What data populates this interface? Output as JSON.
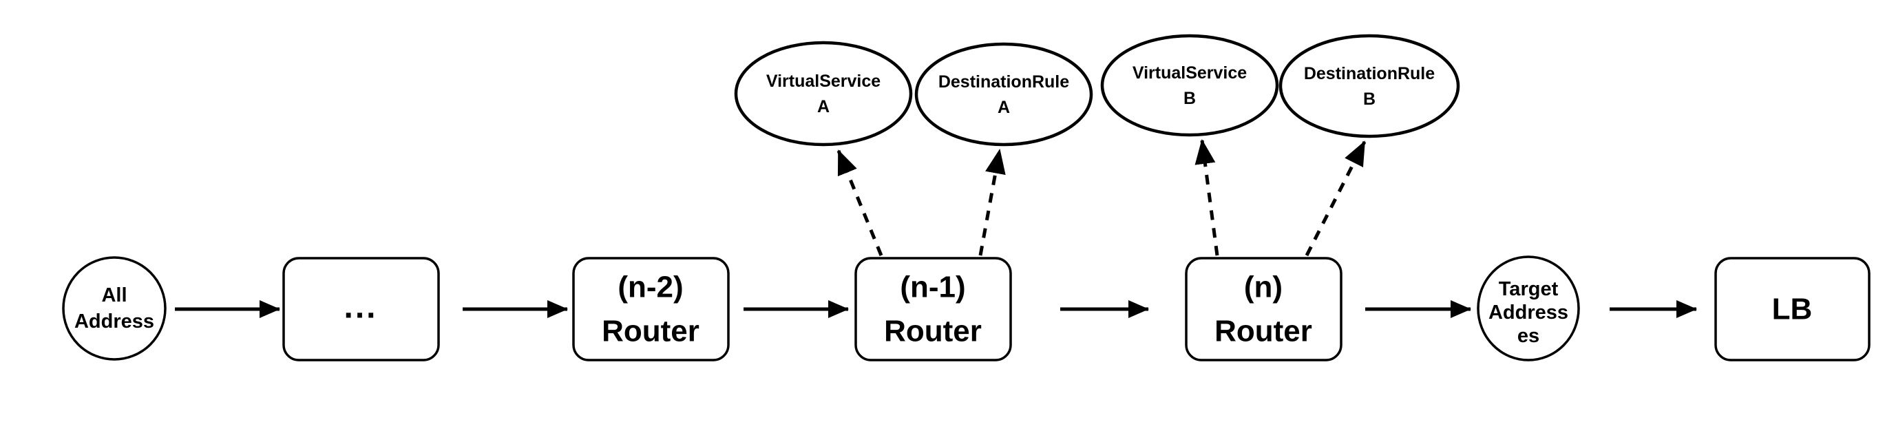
{
  "diagram": {
    "background_color": "#ffffff",
    "line_color": "#000000",
    "text_color": "#000000",
    "nodes": {
      "all_address": {
        "shape": "ellipse",
        "lines": [
          "All",
          "Address"
        ]
      },
      "ellipsis_step": {
        "shape": "rounded-rectangle",
        "lines": [
          "..."
        ]
      },
      "router_n_minus_2": {
        "shape": "rounded-rectangle",
        "lines": [
          "(n-2)",
          "Router"
        ]
      },
      "router_n_minus_1": {
        "shape": "rounded-rectangle",
        "lines": [
          "(n-1)",
          "Router"
        ]
      },
      "router_n": {
        "shape": "rounded-rectangle",
        "lines": [
          "(n)",
          "Router"
        ]
      },
      "virtual_service_a": {
        "shape": "ellipse",
        "lines": [
          "VirtualService",
          "A"
        ]
      },
      "destination_rule_a": {
        "shape": "ellipse",
        "lines": [
          "DestinationRule",
          "A"
        ]
      },
      "virtual_service_b": {
        "shape": "ellipse",
        "lines": [
          "VirtualService",
          "B"
        ]
      },
      "destination_rule_b": {
        "shape": "ellipse",
        "lines": [
          "DestinationRule",
          "B"
        ]
      },
      "target_addresses": {
        "shape": "ellipse",
        "lines": [
          "Target",
          "Address",
          "es"
        ]
      },
      "lb": {
        "shape": "rounded-rectangle",
        "lines": [
          "LB"
        ]
      }
    },
    "edges": [
      {
        "from": "all_address",
        "to": "ellipsis_step",
        "style": "solid"
      },
      {
        "from": "ellipsis_step",
        "to": "router_n_minus_2",
        "style": "solid"
      },
      {
        "from": "router_n_minus_2",
        "to": "router_n_minus_1",
        "style": "solid"
      },
      {
        "from": "router_n_minus_1",
        "to": "router_n",
        "style": "solid"
      },
      {
        "from": "router_n",
        "to": "target_addresses",
        "style": "solid"
      },
      {
        "from": "target_addresses",
        "to": "lb",
        "style": "solid"
      },
      {
        "from": "router_n_minus_1",
        "to": "virtual_service_a",
        "style": "dashed"
      },
      {
        "from": "router_n_minus_1",
        "to": "destination_rule_a",
        "style": "dashed"
      },
      {
        "from": "router_n",
        "to": "virtual_service_b",
        "style": "dashed"
      },
      {
        "from": "router_n",
        "to": "destination_rule_b",
        "style": "dashed"
      }
    ]
  }
}
